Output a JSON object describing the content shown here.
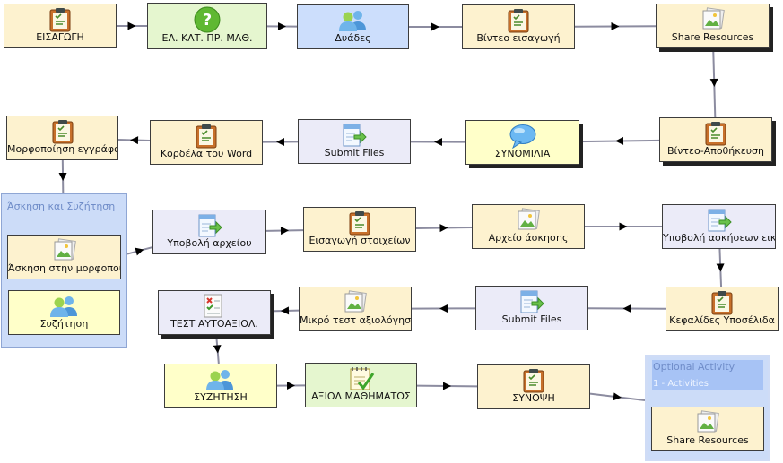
{
  "activities": [
    {
      "id": "eisagogi",
      "label": "ΕΙΣΑΓΩΓΗ",
      "type": "tool",
      "icon": "clipboard-icon"
    },
    {
      "id": "el-kat",
      "label": "ΕΛ. ΚΑΤ. ΠΡ. ΜΑΘ.",
      "type": "green",
      "icon": "help-icon"
    },
    {
      "id": "dyades",
      "label": "Δυάδες",
      "type": "blue",
      "icon": "people-icon"
    },
    {
      "id": "vinteo-eisagogi",
      "label": "Βίντεο εισαγωγή",
      "type": "tool",
      "icon": "clipboard-icon"
    },
    {
      "id": "share-resources-1",
      "label": "Share Resources",
      "type": "tool",
      "icon": "image-icon"
    },
    {
      "id": "vinteo-apothikeusi",
      "label": "Βίντεο-Αποθήκευση",
      "type": "tool",
      "icon": "clipboard-icon"
    },
    {
      "id": "synomilia",
      "label": "ΣΥΝΟΜΙΛΙΑ",
      "type": "yellow",
      "icon": "chat-bubble-icon"
    },
    {
      "id": "submit-files-1",
      "label": "Submit Files",
      "type": "lav",
      "icon": "submit-icon"
    },
    {
      "id": "kordela",
      "label": "Κορδέλα του Word",
      "type": "tool",
      "icon": "clipboard-icon"
    },
    {
      "id": "morfopoiisi",
      "label": "Μορφοποίηση εγγράφου",
      "type": "tool",
      "icon": "clipboard-icon"
    },
    {
      "id": "askisi-morfo",
      "label": "Άσκηση στην μορφοποίηση",
      "type": "tool",
      "icon": "image-icon"
    },
    {
      "id": "syzitisi-inner",
      "label": "Συζήτηση",
      "type": "yellow",
      "icon": "people-icon"
    },
    {
      "id": "ypovoli-arxeiou",
      "label": "Υποβολή αρχείου",
      "type": "lav",
      "icon": "submit-icon"
    },
    {
      "id": "eisagogi-stoixeion",
      "label": "Εισαγωγή στοιχείων",
      "type": "tool",
      "icon": "clipboard-icon"
    },
    {
      "id": "arxeio-askisis",
      "label": "Αρχείο άσκησης",
      "type": "tool",
      "icon": "image-icon"
    },
    {
      "id": "ypovoli-askiseon",
      "label": "Υποβολή ασκήσεων εικόνων",
      "type": "lav",
      "icon": "submit-icon"
    },
    {
      "id": "kefalides",
      "label": "Κεφαλίδες Υποσέλιδα",
      "type": "tool",
      "icon": "clipboard-icon"
    },
    {
      "id": "submit-files-2",
      "label": "Submit Files",
      "type": "lav",
      "icon": "submit-icon"
    },
    {
      "id": "mikro-test",
      "label": "Μικρό τεστ αξιολόγησης",
      "type": "tool",
      "icon": "image-icon"
    },
    {
      "id": "test-aytoaxiol",
      "label": "ΤΕΣΤ ΑΥΤΟΑΞΙΟΛ.",
      "type": "lav",
      "icon": "quiz-icon"
    },
    {
      "id": "syzitisi",
      "label": "ΣΥΖΗΤΗΣΗ",
      "type": "yellow",
      "icon": "people-icon"
    },
    {
      "id": "axiol-mathimatos",
      "label": "ΑΞΙΟΛ ΜΑΘΗΜΑΤΟΣ",
      "type": "green",
      "icon": "survey-icon"
    },
    {
      "id": "synopsi",
      "label": "ΣΥΝΟΨΗ",
      "type": "tool",
      "icon": "clipboard-icon"
    },
    {
      "id": "share-resources-2",
      "label": "Share Resources",
      "type": "tool",
      "icon": "image-icon"
    }
  ],
  "groups": {
    "askisi_syzitisi": {
      "title": "Άσκηση και Συζήτηση"
    },
    "optional": {
      "title": "Optional Activity",
      "subtitle": "1 - Activities"
    }
  },
  "flow": [
    [
      "eisagogi",
      "el-kat"
    ],
    [
      "el-kat",
      "dyades"
    ],
    [
      "dyades",
      "vinteo-eisagogi"
    ],
    [
      "vinteo-eisagogi",
      "share-resources-1"
    ],
    [
      "share-resources-1",
      "vinteo-apothikeusi"
    ],
    [
      "vinteo-apothikeusi",
      "synomilia"
    ],
    [
      "synomilia",
      "submit-files-1"
    ],
    [
      "submit-files-1",
      "kordela"
    ],
    [
      "kordela",
      "morfopoiisi"
    ],
    [
      "morfopoiisi",
      "group:askisi_syzitisi"
    ],
    [
      "group:askisi_syzitisi",
      "ypovoli-arxeiou"
    ],
    [
      "ypovoli-arxeiou",
      "eisagogi-stoixeion"
    ],
    [
      "eisagogi-stoixeion",
      "arxeio-askisis"
    ],
    [
      "arxeio-askisis",
      "ypovoli-askiseon"
    ],
    [
      "ypovoli-askiseon",
      "kefalides"
    ],
    [
      "kefalides",
      "submit-files-2"
    ],
    [
      "submit-files-2",
      "mikro-test"
    ],
    [
      "mikro-test",
      "test-aytoaxiol"
    ],
    [
      "test-aytoaxiol",
      "syzitisi"
    ],
    [
      "syzitisi",
      "axiol-mathimatos"
    ],
    [
      "axiol-mathimatos",
      "synopsi"
    ],
    [
      "synopsi",
      "group:optional"
    ]
  ],
  "colors": {
    "tool": "#fdf2cf",
    "yellow": "#ffffc9",
    "green": "#e5f6cf",
    "blue": "#ccdefc",
    "lav": "#ebebf8",
    "group": "#ccdcf8",
    "arrow": "#000000",
    "wire": "#8c8ca0"
  }
}
